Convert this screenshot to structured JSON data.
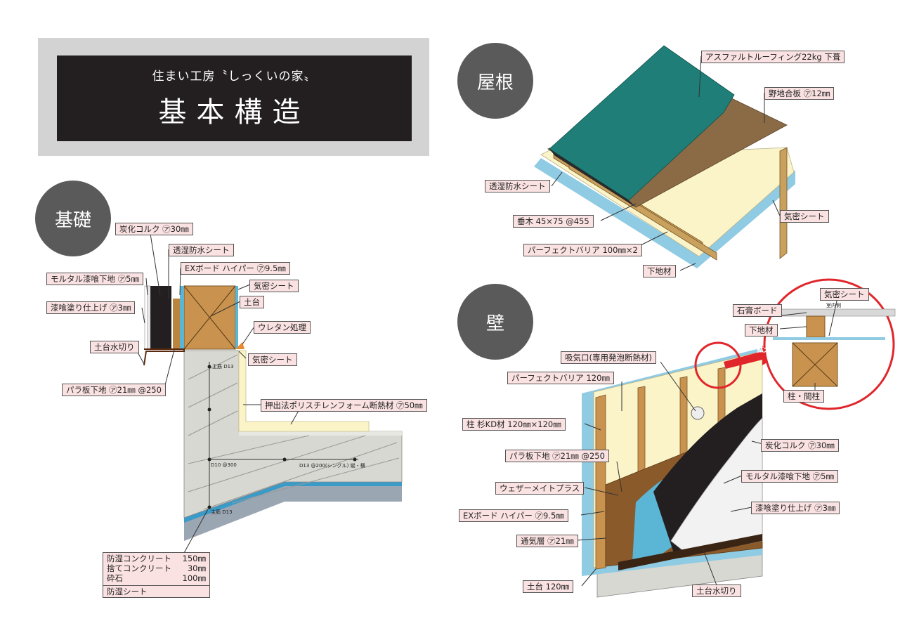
{
  "header": {
    "subtitle": "住まい工房〝しっくいの家〟",
    "title": "基本構造"
  },
  "sections": {
    "foundation": "基礎",
    "roof": "屋根",
    "wall": "壁"
  },
  "foundation_labels": {
    "cork": "炭化コルク ㋐30㎜",
    "breathable_sheet": "透湿防水シート",
    "mortar_base": "モルタル漆喰下地 ㋐5㎜",
    "ex_board": "EXボード ハイパー ㋐9.5㎜",
    "airtight_sheet_1": "気密シート",
    "plaster_finish": "漆喰塗り仕上げ ㋐3㎜",
    "sill": "土台",
    "urethane": "ウレタン処理",
    "sill_flashing": "土台水切り",
    "airtight_sheet_2": "気密シート",
    "batten": "パラ板下地 ㋐21㎜ @250",
    "insulation": "押出法ポリスチレンフォーム断熱材 ㋐50㎜",
    "rebar_main_top": "主筋 D13",
    "rebar_d10": "D10 @300",
    "rebar_d13": "D13 @200(シングル) 縦・横",
    "rebar_main_bottom": "主筋 D13"
  },
  "foundation_layers": [
    {
      "name": "防湿コンクリート",
      "value": "150㎜"
    },
    {
      "name": "捨てコンクリート",
      "value": "30㎜"
    },
    {
      "name": "砕石",
      "value": "100㎜"
    }
  ],
  "foundation_layers_footer": "防湿シート",
  "roof_labels": {
    "asphalt": "アスファルトルーフィング22kg 下葺",
    "plywood": "野地合板 ㋐12㎜",
    "breathable_sheet": "透湿防水シート",
    "rafter": "垂木 45×75 @455",
    "airtight_sheet": "気密シート",
    "perfect_barrier": "パーフェクトバリア 100㎜×2",
    "base_material": "下地材"
  },
  "wall_labels": {
    "intake": "吸気口(専用発泡断熱材)",
    "perfect_barrier": "パーフェクトバリア 120㎜",
    "column": "柱 杉KD材 120㎜×120㎜",
    "batten": "パラ板下地 ㋐21㎜ @250",
    "weathermate": "ウェザーメイトプラス",
    "ex_board": "EXボード ハイパー ㋐9.5㎜",
    "air_layer": "通気層 ㋐21㎜",
    "sill": "土台 120㎜",
    "sill_flashing": "土台水切り",
    "cork": "炭化コルク ㋐30㎜",
    "mortar_base": "モルタル漆喰下地 ㋐5㎜",
    "plaster_finish": "漆喰塗り仕上げ ㋐3㎜"
  },
  "zoom_labels": {
    "airtight_sheet": "気密シート",
    "indoor": "室内側",
    "gypsum": "石膏ボード",
    "base_material": "下地材",
    "enlarge": "拡大",
    "column": "柱・間柱"
  },
  "colors": {
    "label_bg": "#fbe2e2",
    "roofing_green": "#1f7f78",
    "plywood_brown": "#8b6b45",
    "insulation_cream": "#faf4c8",
    "sheet_blue": "#5bb6d6",
    "wood": "#c9934f",
    "concrete": "#d8d8d2",
    "section_circle": "#5a5a5a",
    "accent_red": "#e0262b"
  }
}
